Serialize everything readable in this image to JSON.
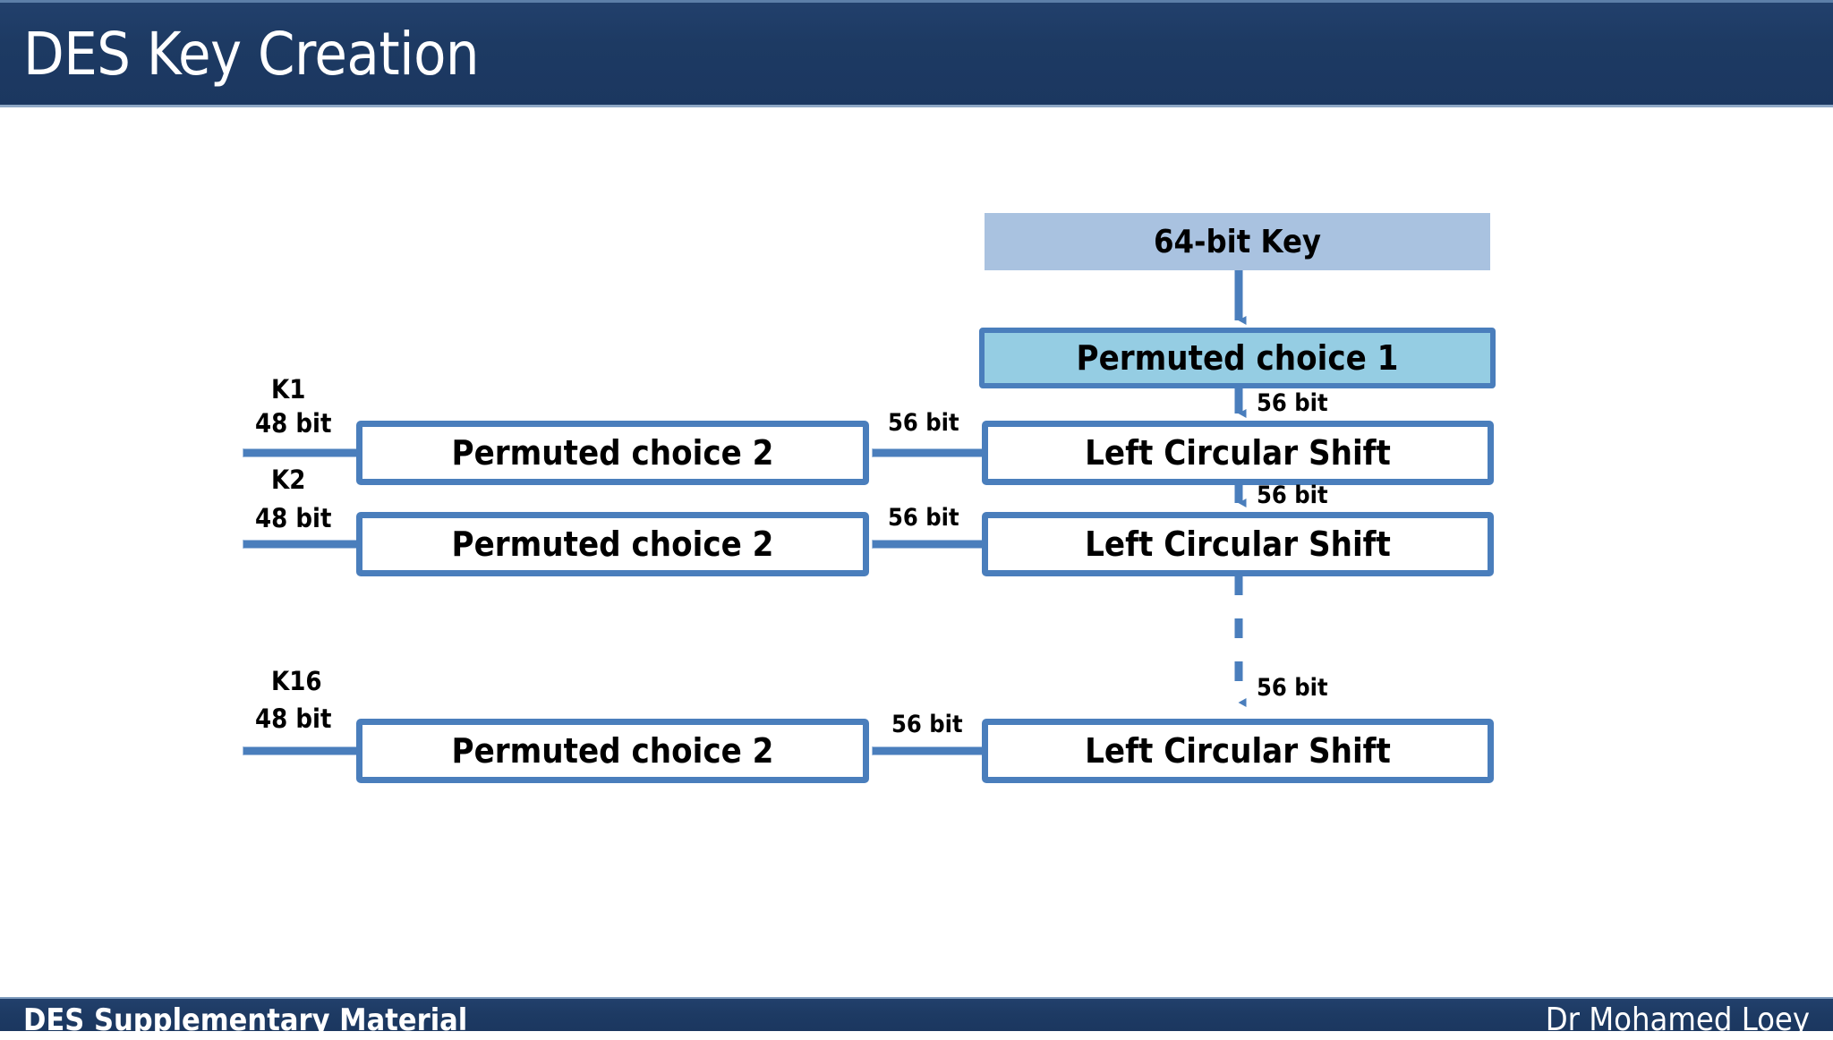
{
  "slide": {
    "title": "DES Key Creation",
    "footer_left": "DES Supplementary Material",
    "footer_right": "Dr Mohamed Loey"
  },
  "colors": {
    "header_navy": "#1d3a63",
    "key_fill": "#a9c2e0",
    "pc1_fill": "#95cde3",
    "box_border": "#4a7ebc",
    "box_fill": "#ffffff",
    "arrow": "#4a7ebc",
    "text": "#000000"
  },
  "diagram": {
    "nodes": {
      "key": "64-bit Key",
      "pc1": "Permuted choice 1",
      "shift1": "Left Circular Shift",
      "shift2": "Left Circular Shift",
      "shift16": "Left Circular Shift",
      "pc2_1": "Permuted choice 2",
      "pc2_2": "Permuted choice 2",
      "pc2_16": "Permuted choice 2"
    },
    "edge_labels": {
      "pc1_to_shift1": "56 bit",
      "shift1_to_shift2": "56 bit",
      "dashed_to_shift16": "56 bit",
      "shift1_to_pc2_1": "56 bit",
      "shift2_to_pc2_2": "56 bit",
      "shift16_to_pc2_16": "56 bit"
    },
    "outputs": [
      {
        "key": "K1",
        "bits": "48 bit"
      },
      {
        "key": "K2",
        "bits": "48 bit"
      },
      {
        "key": "K16",
        "bits": "48 bit"
      }
    ]
  }
}
